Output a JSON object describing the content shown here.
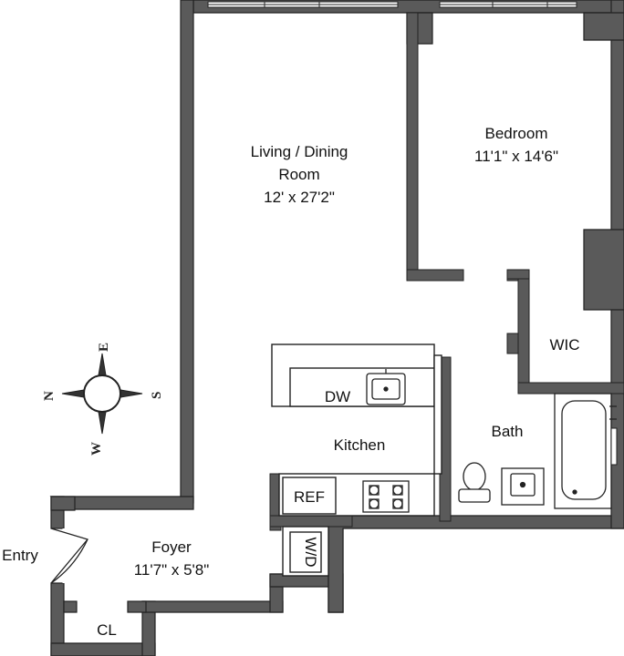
{
  "colors": {
    "wall": "#5a5a5a",
    "wall_dark": "#4a4a4a",
    "outline": "#222222",
    "floor": "#ffffff",
    "fixture": "#333333"
  },
  "rooms": {
    "living": {
      "line1": "Living / Dining",
      "line2": "Room",
      "dims": "12' x 27'2\""
    },
    "bedroom": {
      "name": "Bedroom",
      "dims": "11'1\" x 14'6\""
    },
    "wic": {
      "name": "WIC"
    },
    "bath": {
      "name": "Bath"
    },
    "kitchen": {
      "name": "Kitchen"
    },
    "foyer": {
      "name": "Foyer",
      "dims": "11'7\" x 5'8\""
    },
    "closet": {
      "name": "CL"
    },
    "entry": {
      "name": "Entry"
    }
  },
  "appliances": {
    "dishwasher": "DW",
    "refrigerator": "REF",
    "washer_dryer": "W/D"
  },
  "compass": {
    "north": "N",
    "east": "E",
    "south": "S",
    "west": "W"
  },
  "icons": [
    "compass-rose-icon",
    "sink-icon",
    "stove-icon",
    "toilet-icon",
    "bathtub-icon",
    "door-swing-icon"
  ]
}
